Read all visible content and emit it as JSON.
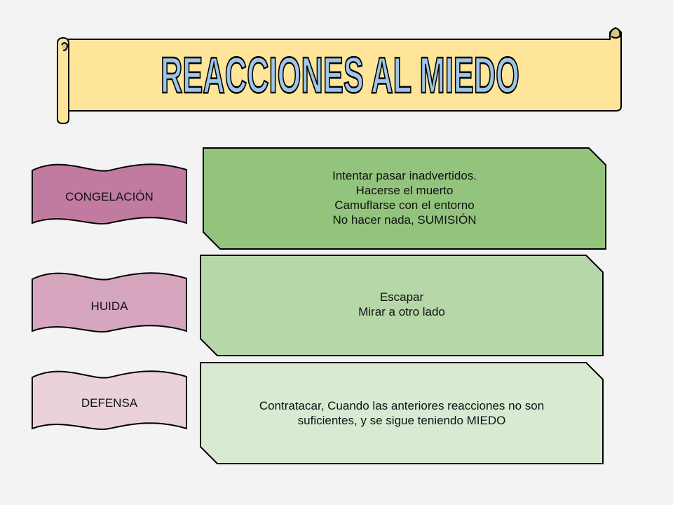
{
  "title": "REACCIONES AL MIEDO",
  "colors": {
    "background": "#f3f3f3",
    "banner": "#ffe599",
    "title_fill": "#9fc5e8",
    "congelacion": "#c27ba0",
    "huida": "#d5a6bd",
    "defensa": "#ead1dc",
    "box1": "#93c47d",
    "box2": "#b6d7a8",
    "box3": "#d9ead3"
  },
  "reactions": [
    {
      "label": "CONGELACIÓN",
      "lines": [
        "Intentar pasar inadvertidos.",
        "Hacerse el muerto",
        "Camuflarse con el entorno",
        "No hacer nada, SUMISIÓN"
      ]
    },
    {
      "label": "HUIDA",
      "lines": [
        "Escapar",
        "Mirar a otro lado"
      ]
    },
    {
      "label": "DEFENSA",
      "lines": [
        "Contratacar, Cuando las anteriores reacciones no son",
        "suficientes, y se sigue teniendo MIEDO"
      ]
    }
  ]
}
